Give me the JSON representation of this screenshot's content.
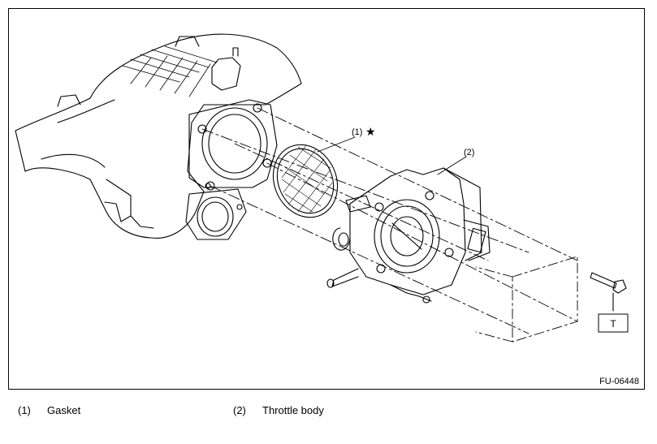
{
  "callouts": {
    "gasket": "(1)",
    "gasket_mark": "★",
    "throttle_body": "(2)",
    "torque": "T"
  },
  "figure_code": "FU-06448",
  "legend": [
    {
      "number": "(1)",
      "text": "Gasket"
    },
    {
      "number": "(2)",
      "text": "Throttle body"
    }
  ]
}
